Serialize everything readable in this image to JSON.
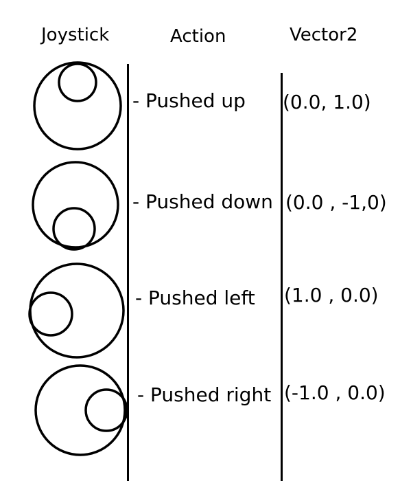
{
  "headers": {
    "joystick": "Joystick",
    "action": "Action",
    "vector": "Vector2"
  },
  "rows": [
    {
      "action": "- Pushed up",
      "vector": "(0.0, 1.0)",
      "knob": "top"
    },
    {
      "action": "- Pushed down",
      "vector": "(0.0 , -1,0)",
      "knob": "bottom"
    },
    {
      "action": "- Pushed left",
      "vector": "(1.0 , 0.0)",
      "knob": "left"
    },
    {
      "action": "- Pushed right",
      "vector": "(-1.0 , 0.0)",
      "knob": "right"
    }
  ],
  "colors": {
    "ink": "#000000",
    "background": "#ffffff"
  }
}
